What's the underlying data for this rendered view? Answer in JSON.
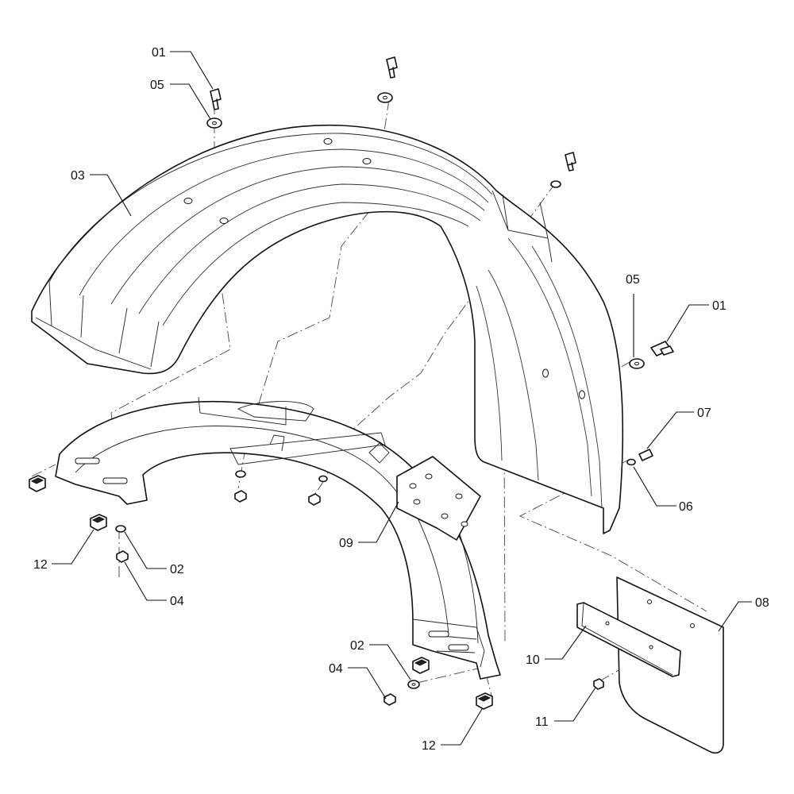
{
  "callouts": {
    "c01a": "01",
    "c05a": "05",
    "c03": "03",
    "c05b": "05",
    "c01b": "01",
    "c07": "07",
    "c06": "06",
    "c09": "09",
    "c12a": "12",
    "c02a": "02",
    "c04a": "04",
    "c08": "08",
    "c10": "10",
    "c02b": "02",
    "c04b": "04",
    "c11": "11",
    "c12b": "12"
  }
}
